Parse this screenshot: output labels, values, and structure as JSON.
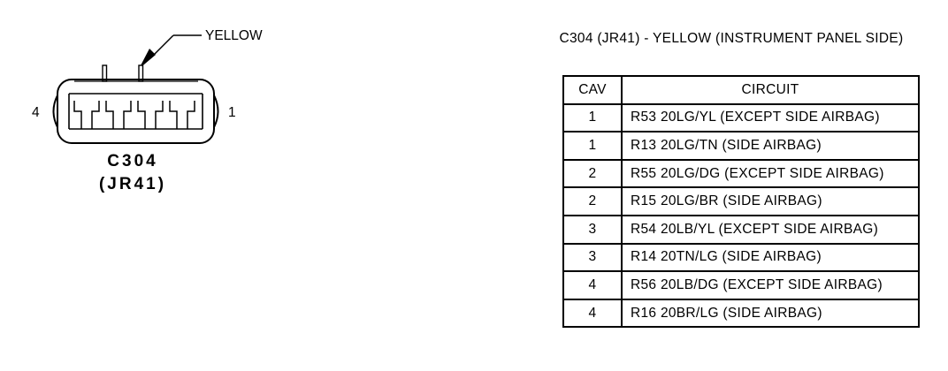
{
  "connector": {
    "color_label": "YELLOW",
    "pin_left_label": "4",
    "pin_right_label": "1",
    "name": "C304",
    "code": "(JR41)"
  },
  "table": {
    "title": "C304 (JR41) - YELLOW (INSTRUMENT PANEL SIDE)",
    "headers": {
      "cav": "CAV",
      "circuit": "CIRCUIT"
    },
    "rows": [
      {
        "cav": "1",
        "circuit": "R53 20LG/YL (EXCEPT SIDE AIRBAG)"
      },
      {
        "cav": "1",
        "circuit": "R13 20LG/TN (SIDE AIRBAG)"
      },
      {
        "cav": "2",
        "circuit": "R55 20LG/DG (EXCEPT SIDE AIRBAG)"
      },
      {
        "cav": "2",
        "circuit": "R15 20LG/BR (SIDE AIRBAG)"
      },
      {
        "cav": "3",
        "circuit": "R54 20LB/YL (EXCEPT SIDE AIRBAG)"
      },
      {
        "cav": "3",
        "circuit": "R14 20TN/LG (SIDE AIRBAG)"
      },
      {
        "cav": "4",
        "circuit": "R56 20LB/DG (EXCEPT SIDE AIRBAG)"
      },
      {
        "cav": "4",
        "circuit": "R16 20BR/LG (SIDE AIRBAG)"
      }
    ]
  }
}
